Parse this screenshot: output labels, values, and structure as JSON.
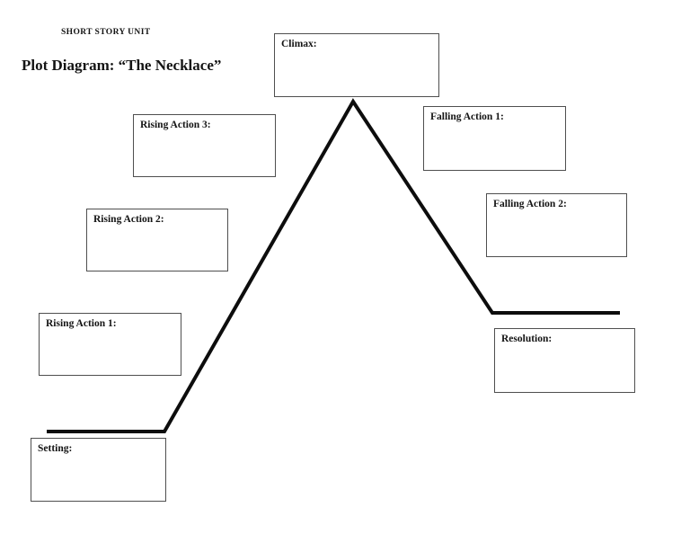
{
  "header": {
    "unit_label": "SHORT STORY UNIT"
  },
  "title": "Plot Diagram: “The Necklace”",
  "boxes": {
    "climax": {
      "label": "Climax:"
    },
    "rising_action_3": {
      "label": "Rising Action 3:"
    },
    "rising_action_2": {
      "label": "Rising Action 2:"
    },
    "rising_action_1": {
      "label": "Rising Action 1:"
    },
    "setting": {
      "label": "Setting:"
    },
    "falling_action_1": {
      "label": "Falling Action 1:"
    },
    "falling_action_2": {
      "label": "Falling Action 2:"
    },
    "resolution": {
      "label": "Resolution:"
    }
  },
  "colors": {
    "background": "#ffffff",
    "plot_line": "#0d0d0d",
    "box_border": "#4f4f4f",
    "text": "#141414"
  }
}
